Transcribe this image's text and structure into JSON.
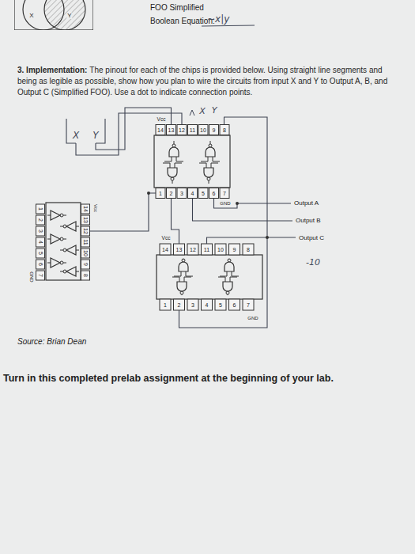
{
  "diagram": {
    "labels": [
      "FOO Simplified",
      "Boolean Equation:",
      "~x|y",
      "X",
      "Y",
      "3. Implementation:",
      "The pinout for each of the chips is provided below. Using straight line segments and being as legible as possible, show how you plan to wire the circuits from input X and Y to Output A, B, and Output C (Simplified FOO). Use a dot to indicate connection points.",
      "X",
      "Y",
      "Vcc",
      "14",
      "13",
      "12",
      "11",
      "10",
      "9",
      "8",
      "1",
      "2",
      "3",
      "4",
      "5",
      "6",
      "7",
      "GND",
      "X",
      "Y",
      "1",
      "2",
      "3",
      "4",
      "5",
      "6",
      "7",
      "14",
      "13",
      "12",
      "11",
      "10",
      "9",
      "8",
      "Vcc",
      "GND",
      "Vcc",
      "14",
      "13",
      "12",
      "11",
      "10",
      "9",
      "8",
      "1",
      "2",
      "3",
      "4",
      "5",
      "6",
      "7",
      "GND",
      "Output A",
      "Output B",
      "Output C",
      "-10",
      "Source: Brian Dean",
      "Turn in this completed prelab assignment at the beginning of your lab."
    ]
  }
}
